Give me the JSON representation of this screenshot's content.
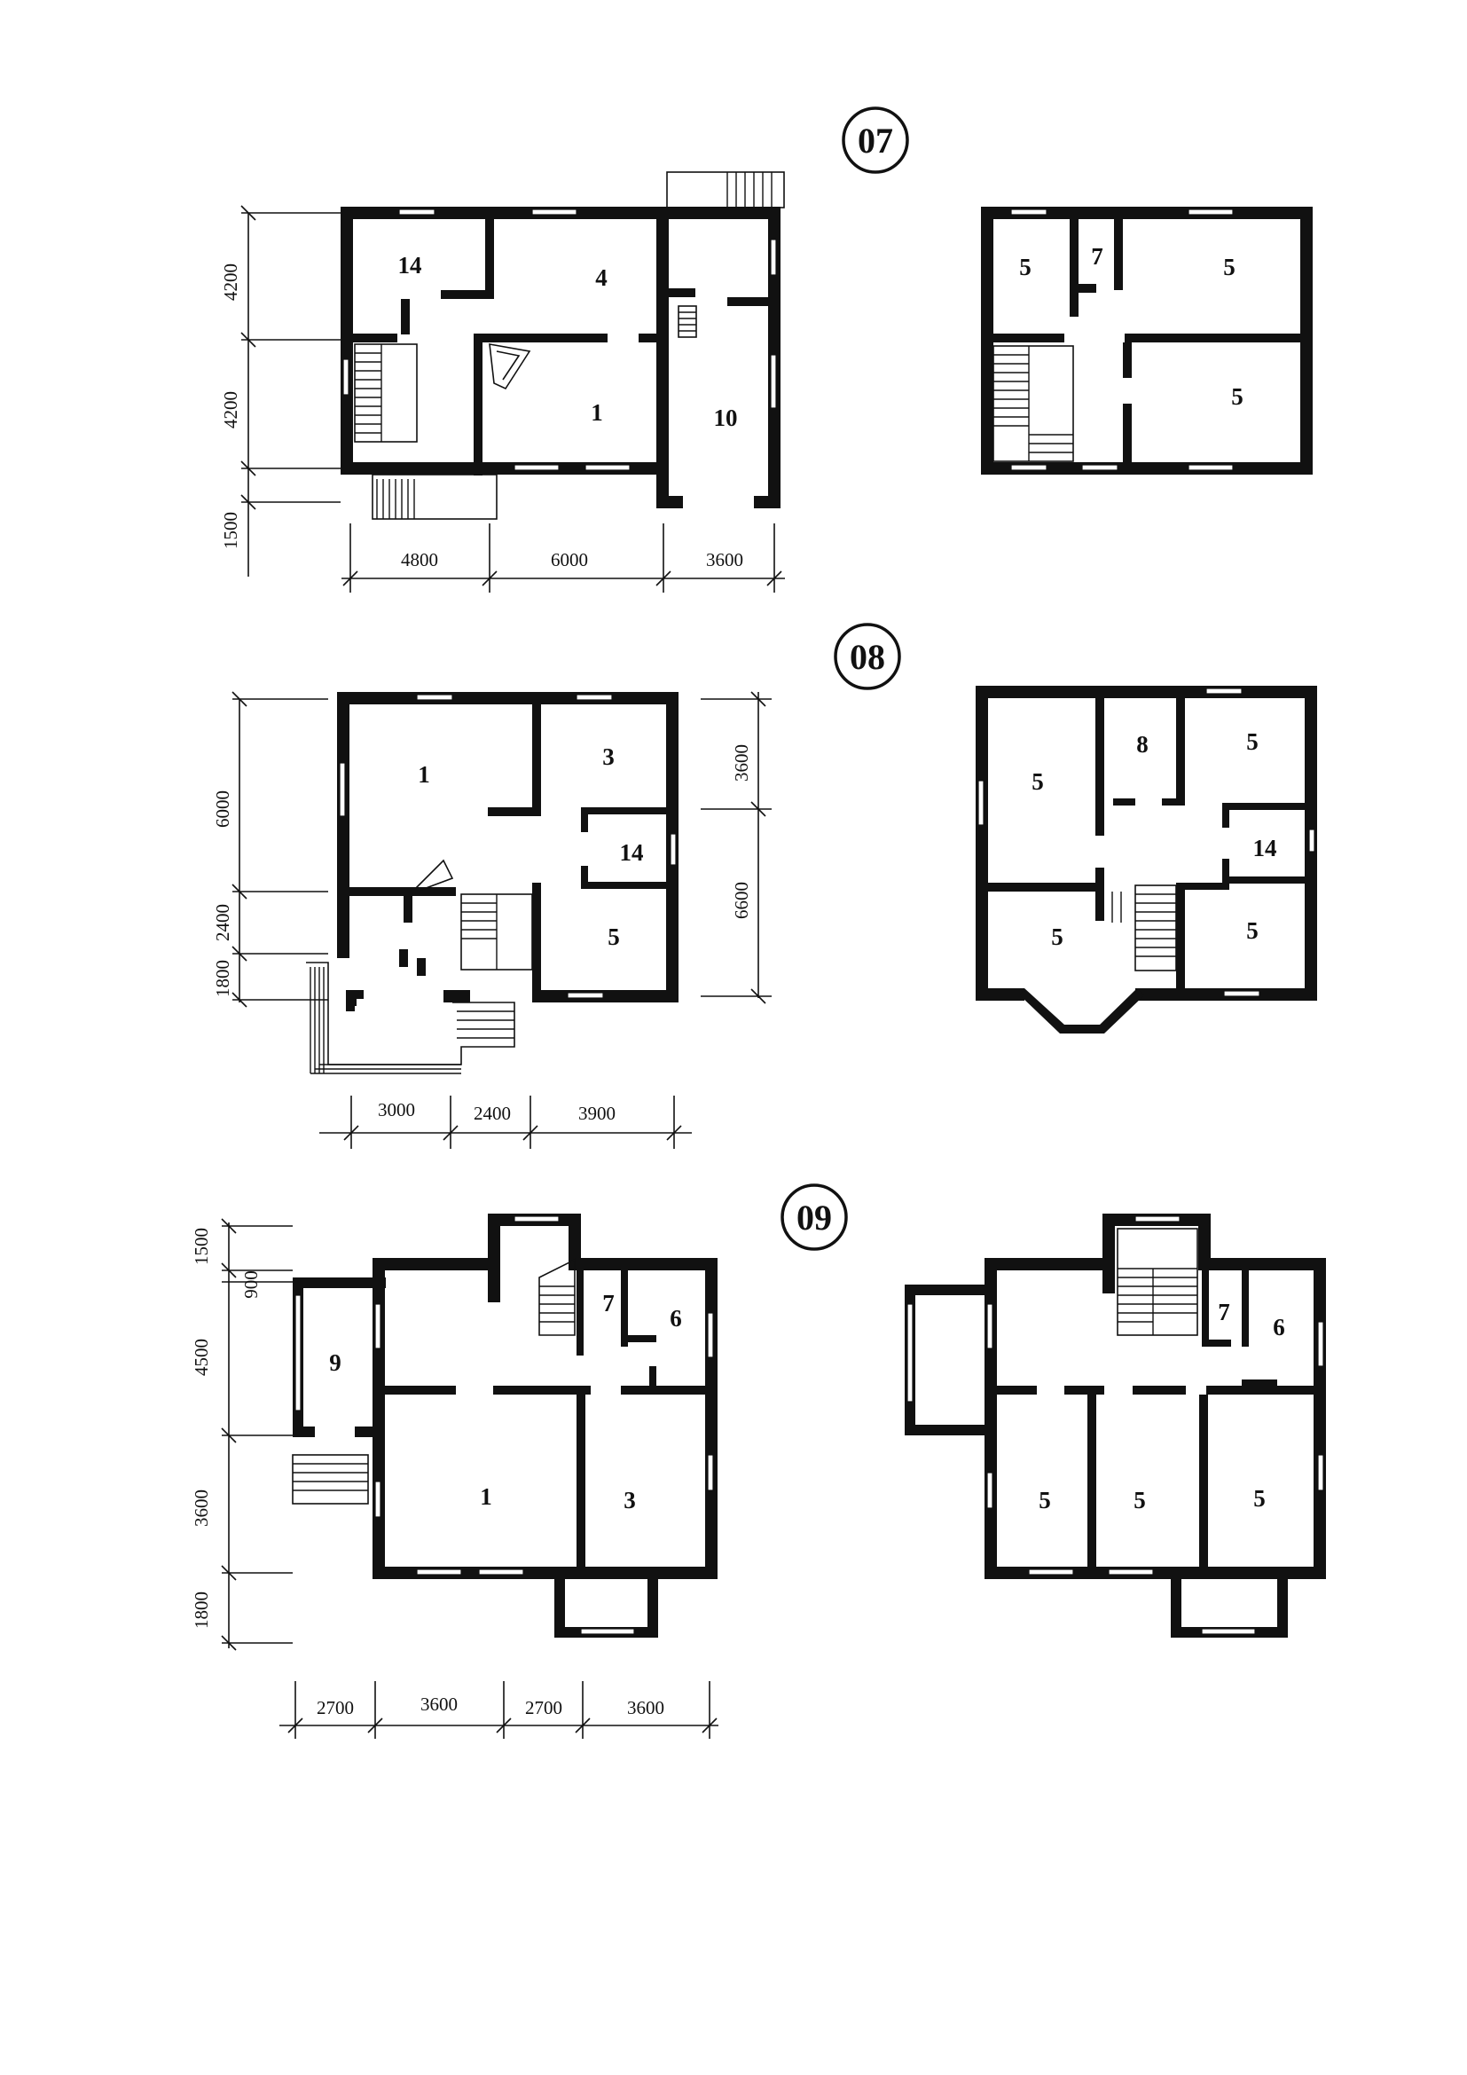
{
  "plans": [
    {
      "id": "07",
      "dims_horizontal": [
        "4800",
        "6000",
        "3600"
      ],
      "dims_vertical": [
        "4200",
        "4200",
        "1500"
      ],
      "ground_rooms": [
        "14",
        "4",
        "1",
        "10"
      ],
      "upper_rooms": [
        "5",
        "7",
        "5",
        "5"
      ]
    },
    {
      "id": "08",
      "dims_horizontal": [
        "3000",
        "2400",
        "3900"
      ],
      "dims_vertical_left": [
        "6000",
        "2400",
        "1800"
      ],
      "dims_vertical_right": [
        "3600",
        "6600"
      ],
      "ground_rooms": [
        "1",
        "3",
        "14",
        "5"
      ],
      "upper_rooms": [
        "5",
        "8",
        "5",
        "14",
        "5",
        "5"
      ]
    },
    {
      "id": "09",
      "dims_horizontal": [
        "2700",
        "3600",
        "2700",
        "3600"
      ],
      "dims_vertical": [
        "1500",
        "900",
        "4500",
        "3600",
        "1800"
      ],
      "ground_rooms": [
        "9",
        "7",
        "6",
        "1",
        "3"
      ],
      "upper_rooms": [
        "7",
        "6",
        "5",
        "5",
        "5"
      ]
    }
  ]
}
